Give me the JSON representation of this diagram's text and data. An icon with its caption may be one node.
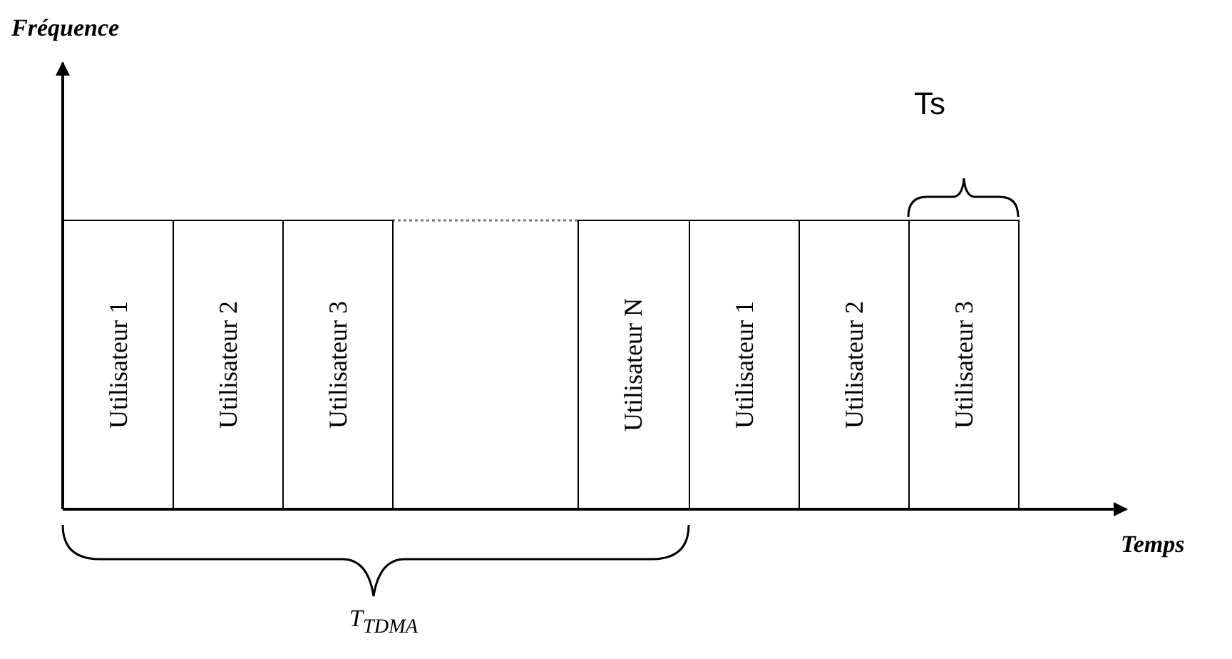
{
  "diagram": {
    "nodes": [
      {
        "text": [
          "Utilisateur 1"
        ]
      },
      {
        "text": [
          "Utilisateur 2"
        ]
      },
      {
        "text": [
          "Utilisateur 3"
        ]
      },
      {
        "text": [
          "Utilisateur N"
        ]
      },
      {
        "text": [
          "Utilisateur 1"
        ]
      },
      {
        "text": [
          "Utilisateur 2"
        ]
      },
      {
        "text": [
          "Utilisateur 3"
        ]
      }
    ],
    "edges": [],
    "labels": [
      "Fréquence",
      "Ts",
      "Temps",
      "T$_{TDMA}$"
    ]
  }
}
